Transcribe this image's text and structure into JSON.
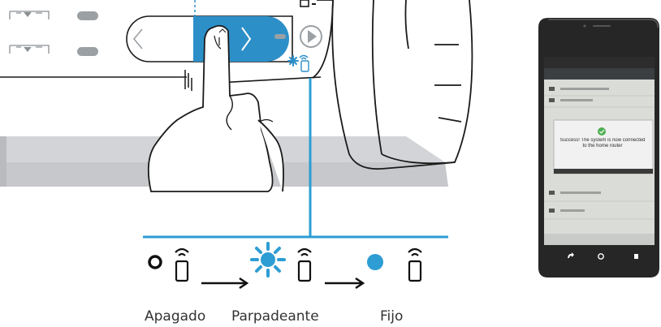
{
  "colors": {
    "accent": "#2d8fc8",
    "line": "#2d9dd4",
    "outline": "#1a1a1a",
    "counter": "#c9cbce",
    "phone_screen": "#d9dcd7",
    "dialog": "#f1f1f1"
  },
  "icons": {
    "left": "chevron-left-icon",
    "right": "chevron-right-icon",
    "start": "play-icon",
    "wifi_blink": "wifi-blinking-icon",
    "fill_up": "fill-level-icon",
    "fill_down": "fill-level-icon",
    "off": "ring-icon",
    "blink": "sun-burst-icon",
    "on": "solid-dot-icon",
    "arrow": "arrow-right-icon",
    "phone_wifi": "phone-wifi-icon",
    "success": "check-icon"
  },
  "states": {
    "off_label": "Apagado",
    "blink_label": "Parpadeante",
    "on_label": "Fijo"
  },
  "phone": {
    "dialog_text": "Success! The system is now connected to the home router"
  }
}
